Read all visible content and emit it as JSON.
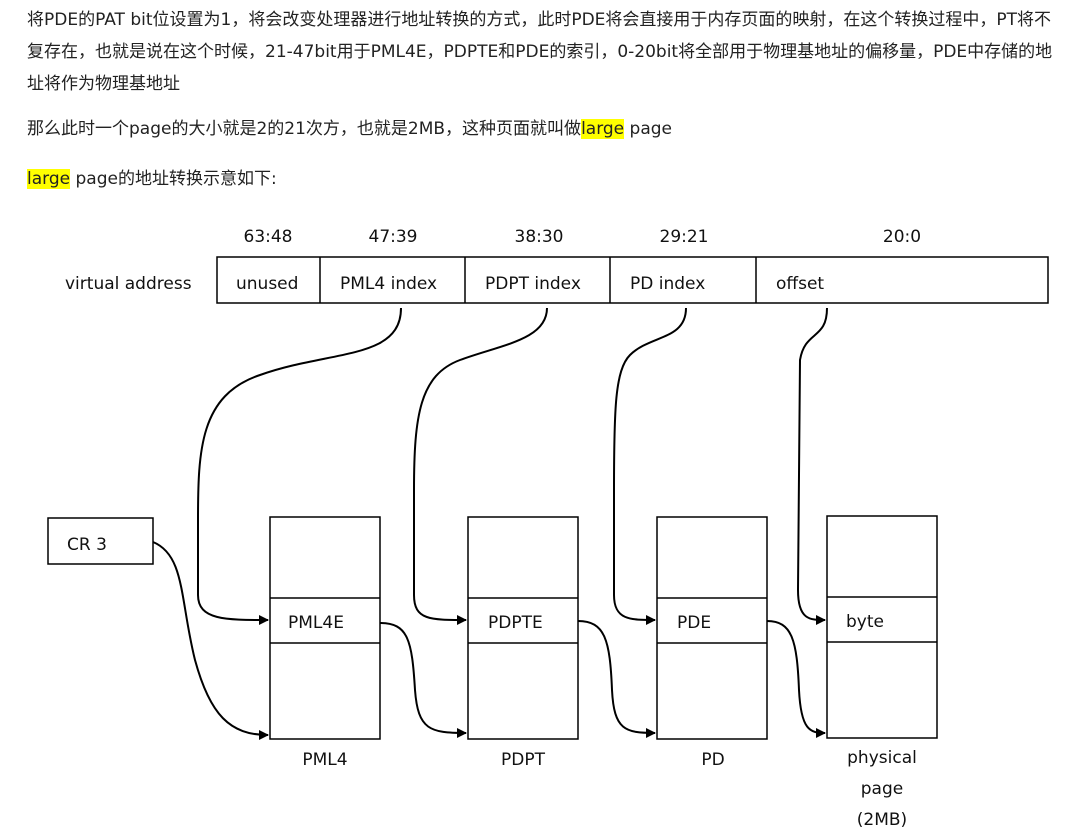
{
  "article": {
    "p1": "将PDE的PAT bit位设置为1，将会改变处理器进行地址转换的方式，此时PDE将会直接用于内存页面的映射，在这个转换过程中，PT将不复存在，也就是说在这个时候，21-47bit用于PML4E，PDPTE和PDE的索引，0-20bit将全部用于物理基地址的偏移量，PDE中存储的地址将作为物理基地址",
    "p2_before": "那么此时一个page的大小就是2的21次方，也就是2MB，这种页面就叫做",
    "p2_highlight": "large",
    "p2_after": " page",
    "p3_highlight": "large",
    "p3_after": " page的地址转换示意如下:"
  },
  "diagram": {
    "virtual_address_label": "virtual address",
    "bit_ranges": [
      "63:48",
      "47:39",
      "38:30",
      "29:21",
      "20:0"
    ],
    "fields": [
      "unused",
      "PML4 index",
      "PDPT index",
      "PD index",
      "offset"
    ],
    "cr3": "CR 3",
    "tables": [
      {
        "entry": "PML4E",
        "name": "PML4"
      },
      {
        "entry": "PDPTE",
        "name": "PDPT"
      },
      {
        "entry": "PDE",
        "name": "PD"
      },
      {
        "entry": "byte",
        "name_lines": [
          "physical",
          "page",
          "(2MB)"
        ]
      }
    ],
    "highlight_color": "#ffff00"
  }
}
